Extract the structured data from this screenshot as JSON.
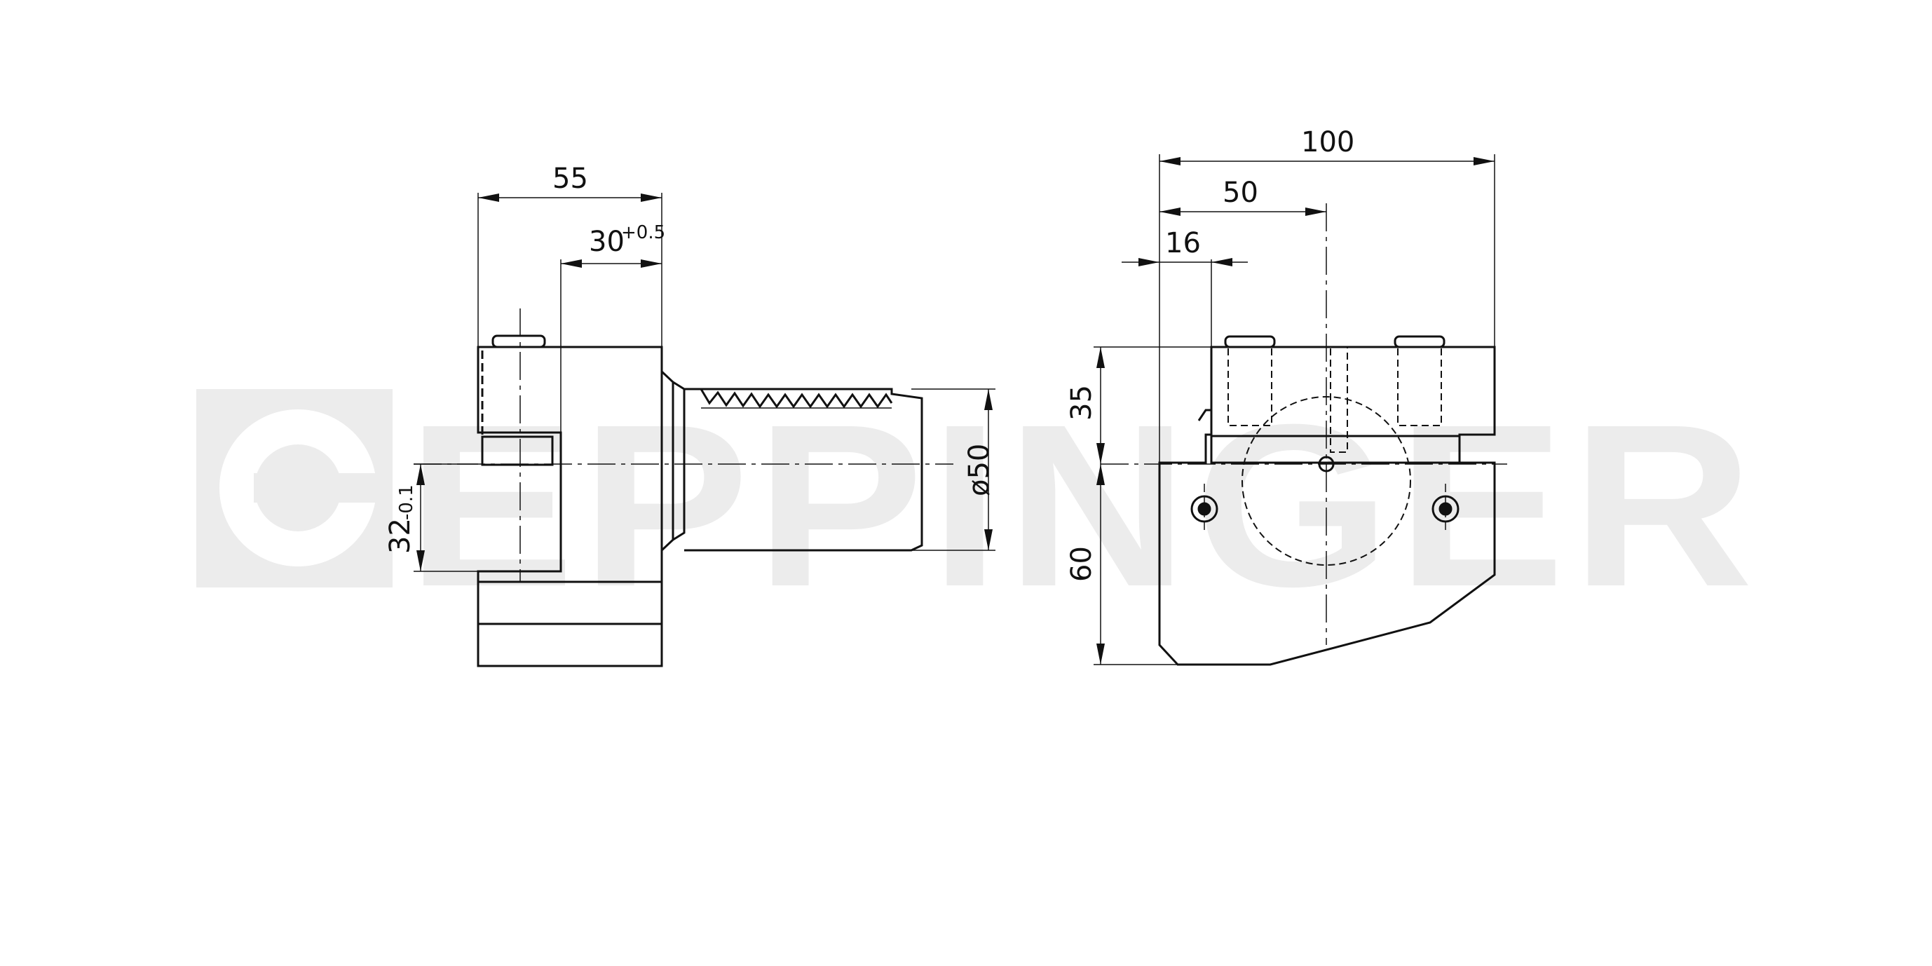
{
  "watermark": {
    "brand": "EPPINGER",
    "color": "#ececec"
  },
  "side_view": {
    "dim_width": "55",
    "dim_depth": "30",
    "dim_depth_tol": "+0.5",
    "dim_height": "32",
    "dim_height_tol": "-0.1",
    "dim_shank": "ø50"
  },
  "front_view": {
    "dim_total_width": "100",
    "dim_center": "50",
    "dim_offset": "16",
    "dim_upper": "35",
    "dim_lower": "60"
  },
  "colors": {
    "line": "#111111",
    "background": "#ffffff"
  }
}
